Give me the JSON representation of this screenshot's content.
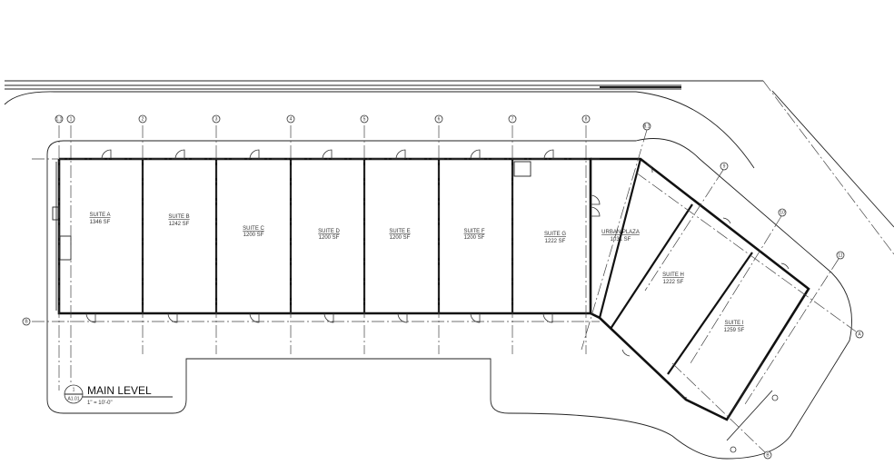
{
  "title": {
    "name": "MAIN LEVEL",
    "sheet_number": "1",
    "sheet_ref": "A1.01",
    "scale": "1\" = 10'-0\""
  },
  "suites": [
    {
      "name": "SUITE A",
      "area": "1346 SF"
    },
    {
      "name": "SUITE B",
      "area": "1242 SF"
    },
    {
      "name": "SUITE C",
      "area": "1200 SF"
    },
    {
      "name": "SUITE D",
      "area": "1200 SF"
    },
    {
      "name": "SUITE E",
      "area": "1200 SF"
    },
    {
      "name": "SUITE F",
      "area": "1200 SF"
    },
    {
      "name": "SUITE G",
      "area": "1222 SF"
    },
    {
      "name": "URBAN PLAZA",
      "area": "1031 SF"
    },
    {
      "name": "SUITE H",
      "area": "1222 SF"
    },
    {
      "name": "SUITE I",
      "area": "1259 SF"
    }
  ],
  "grid_lines": [
    "1.1",
    "1",
    "2",
    "3",
    "4",
    "5",
    "6",
    "7",
    "8",
    "8.1",
    "9",
    "10",
    "11",
    "A",
    "B",
    "B"
  ]
}
